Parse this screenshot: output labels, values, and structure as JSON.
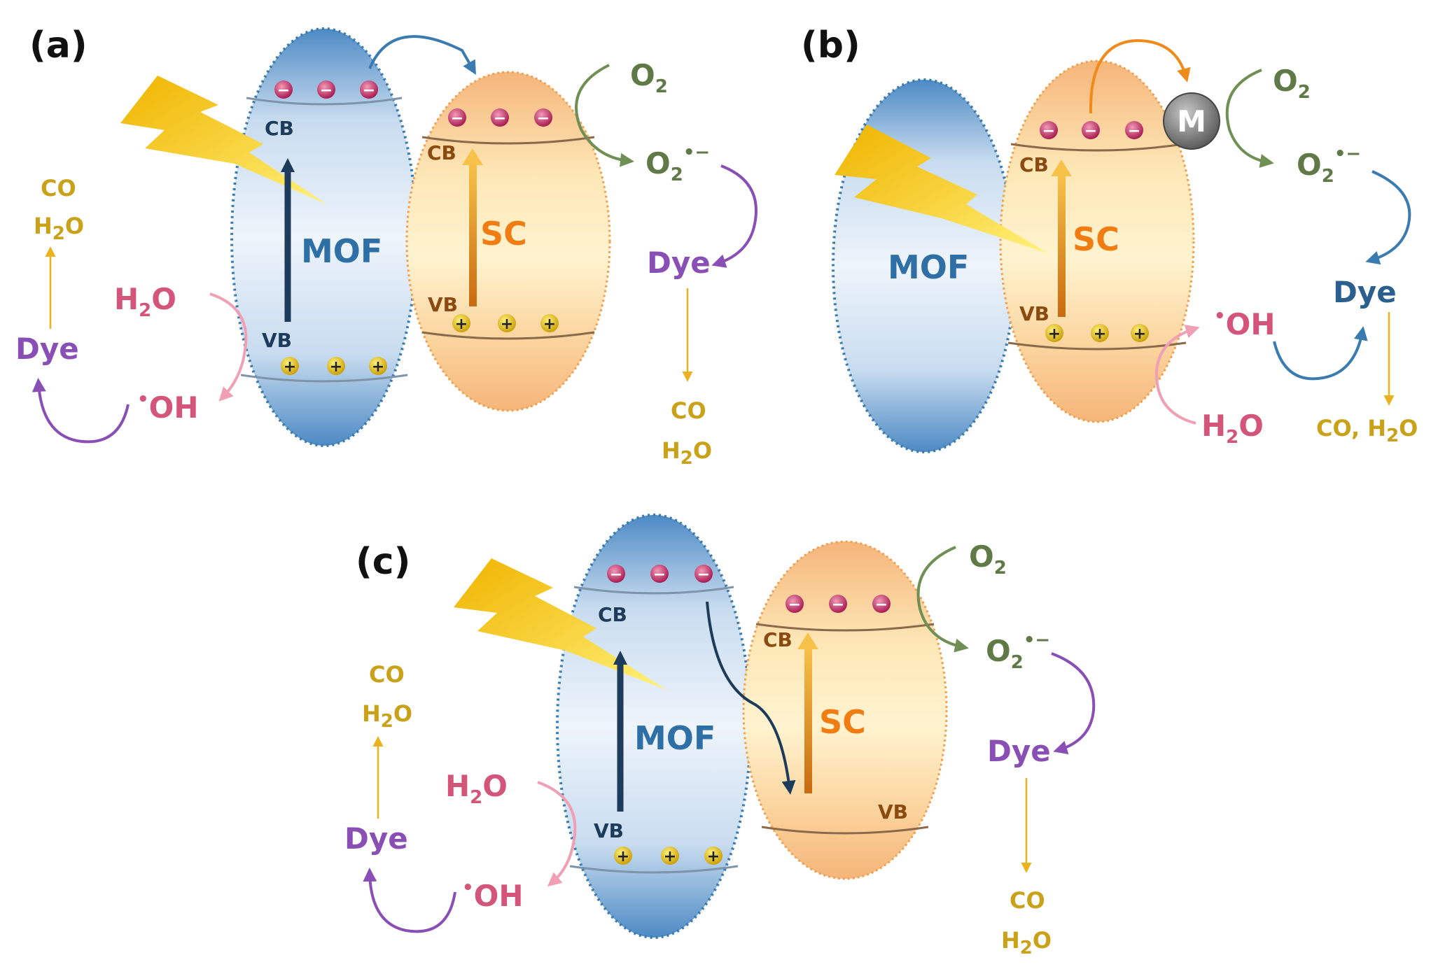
{
  "panels": {
    "a": {
      "label": "(a)",
      "mof": "MOF",
      "sc": "SC",
      "mof_cb": "CB",
      "mof_vb": "VB",
      "sc_cb": "CB",
      "sc_vb": "VB",
      "o2": "O",
      "o2_sub": "2",
      "superoxide": "O",
      "superoxide_sub": "2",
      "superoxide_sup": "•−",
      "dye_right": "Dye",
      "co_right": "CO",
      "h2o_right": "H",
      "h2o_right_sub": "2",
      "h2o_right_o": "O",
      "h2o_left": "H",
      "h2o_left_sub": "2",
      "h2o_left_o": "O",
      "oh": "OH",
      "oh_dot": "•",
      "dye_left": "Dye",
      "co_left": "CO",
      "h2o_top": "H",
      "h2o_top_sub": "2",
      "h2o_top_o": "O"
    },
    "b": {
      "label": "(b)",
      "mof": "MOF",
      "sc": "SC",
      "sc_cb": "CB",
      "sc_vb": "VB",
      "metal": "M",
      "o2": "O",
      "o2_sub": "2",
      "superoxide": "O",
      "superoxide_sub": "2",
      "superoxide_sup": "•−",
      "dye": "Dye",
      "oh": "OH",
      "oh_dot": "•",
      "h2o": "H",
      "h2o_sub": "2",
      "h2o_o": "O",
      "products": "CO, H",
      "products_sub": "2",
      "products_o": "O"
    },
    "c": {
      "label": "(c)",
      "mof": "MOF",
      "sc": "SC",
      "mof_cb": "CB",
      "mof_vb": "VB",
      "sc_cb": "CB",
      "sc_vb": "VB",
      "o2": "O",
      "o2_sub": "2",
      "superoxide": "O",
      "superoxide_sub": "2",
      "superoxide_sup": "•−",
      "dye_right": "Dye",
      "co_right": "CO",
      "h2o_right": "H",
      "h2o_right_sub": "2",
      "h2o_right_o": "O",
      "h2o_left": "H",
      "h2o_left_sub": "2",
      "h2o_left_o": "O",
      "oh": "OH",
      "oh_dot": "•",
      "dye_left": "Dye",
      "co_left": "CO",
      "h2o_top": "H",
      "h2o_top_sub": "2",
      "h2o_top_o": "O"
    }
  },
  "signs": {
    "electron": "−",
    "hole": "+"
  },
  "colors": {
    "mof_text": "#2e6fa6",
    "sc_text": "#f07d14",
    "o2": "#5f7a46",
    "dye_purple": "#8a4fb5",
    "dye_blue": "#2a5f8e",
    "h2o_pink": "#d3557a",
    "products": "#c9a21a",
    "electron": "#c0265e",
    "hole": "#f2c500"
  }
}
